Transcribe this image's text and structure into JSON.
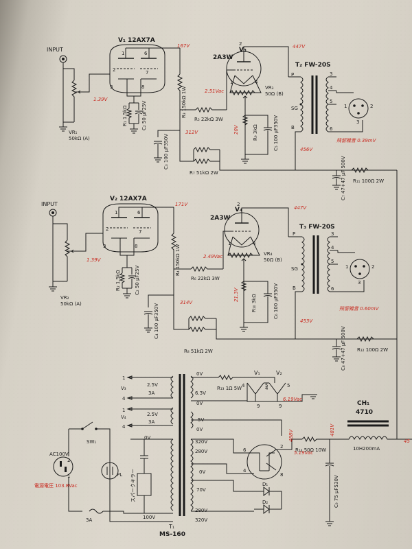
{
  "ch1": {
    "input": "INPUT",
    "vr_in": "VR₁",
    "vr_in_val": "50kΩ (A)",
    "v_pre": "V₁ 12AX7A",
    "r_k": "R₁ 1.5kΩ",
    "c_k": "C₂ 50 μF25V",
    "v_k": "1.39V",
    "r_load": "R₃ 150kΩ 1W",
    "r_g": "R₅ 22kΩ 3W",
    "c_dec": "C₃ 100 μF350V",
    "v_b": "312V",
    "r_fb": "R₇ 51kΩ 2W",
    "v_top": "167V",
    "v_out": "V₃",
    "v_out_type": "2A3W",
    "v_fil": "2.51Vac",
    "vr_hum": "VR₃",
    "vr_hum_val": "50Ω (B)",
    "v_cath": "20V",
    "r_c": "R₉ 3kΩ",
    "c_c": "C₅ 100 μF350V",
    "v_plate": "447V",
    "v_supply": "456V",
    "xfmr": "T₂ FW-20S",
    "pin_p": "P",
    "pin_sg": "SG",
    "pin_b": "B",
    "t3": "3",
    "t4": "4",
    "t5": "5",
    "t6": "6",
    "x1": "1",
    "x2": "2",
    "x3": "3",
    "noise": "残留雑音 0.39mV",
    "r_dec": "R₁₁ 100Ω 2W",
    "c_fil": "C₇ 47+47 μF 500V",
    "p1": "1",
    "p2": "2",
    "p3": "3",
    "p6": "6",
    "p7": "7",
    "p8": "8",
    "o2": "2",
    "o1": "1",
    "o4": "4"
  },
  "ch2": {
    "input": "INPUT",
    "vr_in": "VR₂",
    "vr_in_val": "50kΩ (A)",
    "v_pre": "V₂ 12AX7A",
    "r_k": "R₂ 1.5kΩ",
    "c_k": "C₂ 50 μF25V",
    "v_k": "1.39V",
    "r_load": "R₄ 150kΩ 1W",
    "r_g": "R₆ 22kΩ 3W",
    "c_dec": "C₄ 100 μF350V",
    "v_b": "314V",
    "r_fb": "R₈ 51kΩ 2W",
    "v_top": "171V",
    "v_out": "V₄",
    "v_out_type": "2A3W",
    "v_fil": "2.49Vac",
    "vr_hum": "VR₄",
    "vr_hum_val": "50Ω (B)",
    "v_cath": "21.3V",
    "r_c": "R₁₀ 3kΩ",
    "c_c": "C₆ 100 μF350V",
    "v_plate": "447V",
    "v_supply": "453V",
    "xfmr": "T₃ FW-20S",
    "pin_p": "P",
    "pin_sg": "SG",
    "pin_b": "B",
    "t3": "3",
    "t4": "4",
    "t5": "5",
    "t6": "6",
    "x1": "1",
    "x2": "2",
    "x3": "3",
    "noise": "残留雑音 0.60mV",
    "r_dec": "R₁₂ 100Ω 2W",
    "c_fil": "C₈ 47+47 μF 500V",
    "p1": "1",
    "p2": "2",
    "p3": "3",
    "p6": "6",
    "p7": "7",
    "p8": "8",
    "o2": "2",
    "o1": "1",
    "o4": "4"
  },
  "ps": {
    "v3": "V₃",
    "v4": "V₄",
    "n1a": "1",
    "n4a": "4",
    "n1b": "1",
    "n4b": "4",
    "v25a": "2.5V",
    "v3a": "3A",
    "v25b": "2.5V",
    "v3b": "3A",
    "v0a": "0V",
    "v63": "6.3V",
    "v0b": "0V",
    "v0c": "0V",
    "v5": "5V",
    "v0d": "0V",
    "v320a": "320V",
    "v280a": "280V",
    "v0e": "0V",
    "v70": "70V",
    "v280b": "280V",
    "v320b": "320V",
    "r_fil": "R₁₃ 1Ω 5W",
    "v1": "V₁",
    "v2": "V₂",
    "h4a": "4",
    "h5a": "5",
    "h9a": "9",
    "h4b": "4",
    "h5b": "5",
    "h9b": "9",
    "v_heat": "6.19Vac",
    "sw": "SW₁",
    "ac": "AC100V",
    "mains": "電源電圧 103.8Vac",
    "fuse": "3A",
    "pl": "PL",
    "spark": "スパークキラー",
    "v100": "100V",
    "t1": "T₁",
    "t1_type": "MS-160",
    "rect_v": "488V",
    "rect_fil": "5.19Vac",
    "r_rect": "R₁₄ 50Ω 10W",
    "v_after": "481V",
    "c_res": "C₉ 75 μF530V",
    "d1": "D₁",
    "d2": "D₂",
    "ch": "CH₁",
    "ch_type": "4710",
    "ch_val": "10H200mA",
    "r6": "6",
    "r4": "4",
    "r2": "2",
    "r8": "8",
    "ac_1": "1",
    "ac_2": "2",
    "v_end": "45"
  }
}
